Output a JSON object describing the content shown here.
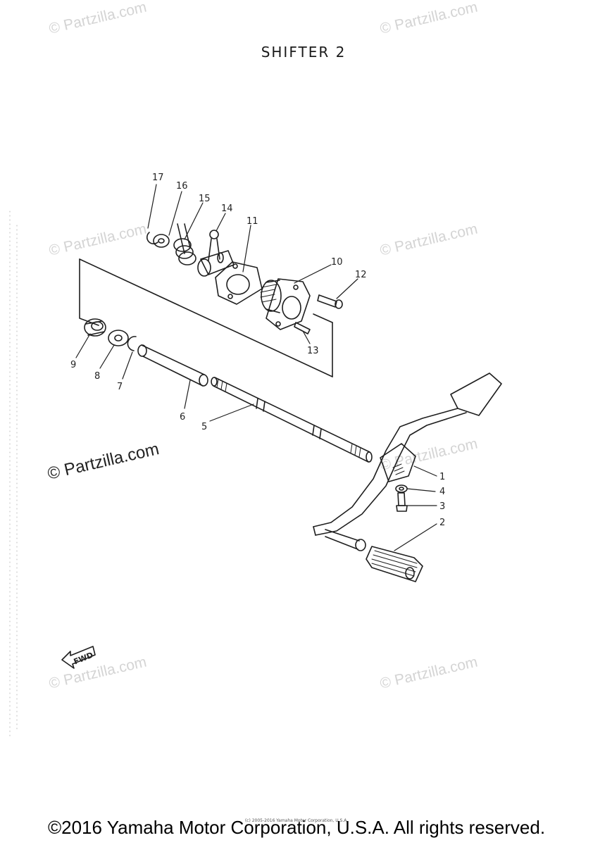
{
  "title": "SHIFTER 2",
  "footer": {
    "copyright": "©2016 Yamaha Motor Corporation, U.S.A. All rights reserved.",
    "small_print": "(c) 2005-2016 Yamaha Motor Corporation, U.S.A."
  },
  "watermark": {
    "text": "© Partzilla.com",
    "color": "#d4d4d4"
  },
  "fwd_label": "FWD",
  "parts": {
    "p1": "1",
    "p2": "2",
    "p3": "3",
    "p4": "4",
    "p5": "5",
    "p6": "6",
    "p7": "7",
    "p8": "8",
    "p9": "9",
    "p10": "10",
    "p11": "11",
    "p12": "12",
    "p13": "13",
    "p14": "14",
    "p15": "15",
    "p16": "16",
    "p17": "17"
  }
}
